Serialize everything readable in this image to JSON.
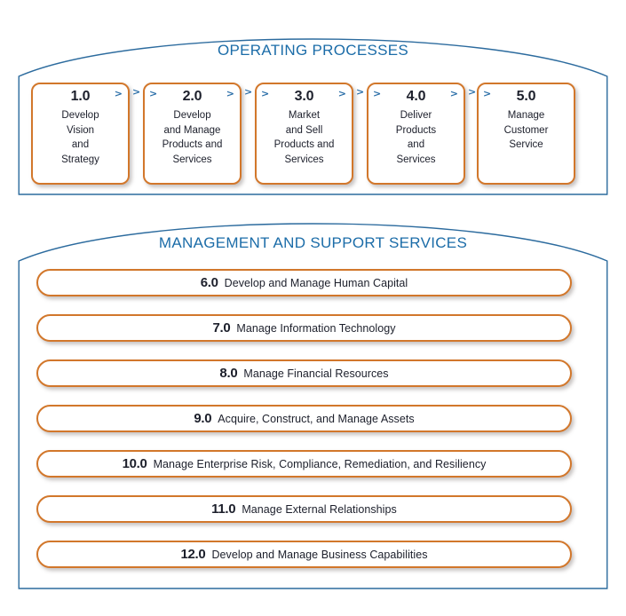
{
  "colors": {
    "accent_orange": "#d2772b",
    "heading_blue": "#1b6ca8",
    "frame_blue": "#2c6b9e",
    "text_dark": "#1c1f2b"
  },
  "operating": {
    "title": "OPERATING PROCESSES",
    "arrow_glyph": ">",
    "boxes": [
      {
        "number": "1.0",
        "label": "Develop\nVision\nand\nStrategy"
      },
      {
        "number": "2.0",
        "label": "Develop\nand Manage\nProducts and\nServices"
      },
      {
        "number": "3.0",
        "label": "Market\nand Sell\nProducts and\nServices"
      },
      {
        "number": "4.0",
        "label": "Deliver\nProducts\nand\nServices"
      },
      {
        "number": "5.0",
        "label": "Manage\nCustomer\nService"
      }
    ]
  },
  "management": {
    "title": "MANAGEMENT AND SUPPORT SERVICES",
    "bars": [
      {
        "number": "6.0",
        "label": "Develop and Manage Human Capital"
      },
      {
        "number": "7.0",
        "label": "Manage Information Technology"
      },
      {
        "number": "8.0",
        "label": "Manage Financial Resources"
      },
      {
        "number": "9.0",
        "label": "Acquire, Construct, and Manage Assets"
      },
      {
        "number": "10.0",
        "label": "Manage Enterprise Risk, Compliance, Remediation, and Resiliency"
      },
      {
        "number": "11.0",
        "label": "Manage External Relationships"
      },
      {
        "number": "12.0",
        "label": "Develop and Manage Business Capabilities"
      }
    ]
  }
}
